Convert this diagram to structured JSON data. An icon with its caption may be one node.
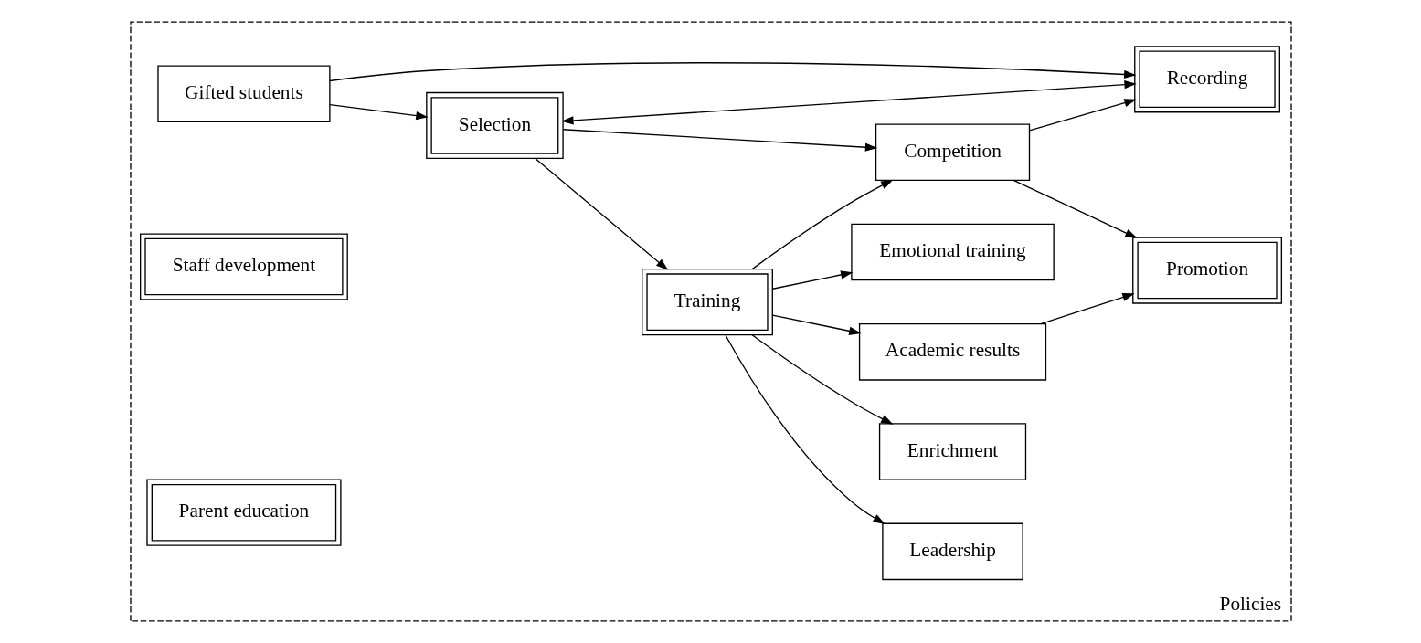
{
  "diagram": {
    "nodes": [
      {
        "text": [
          "Policies"
        ]
      },
      {
        "text": [
          "Gifted students"
        ],
        "in": 0
      },
      {
        "text": [
          "Selection"
        ],
        "in": 0
      },
      {
        "text": [
          "Recording"
        ],
        "in": 0
      },
      {
        "text": [
          "Training"
        ],
        "in": 0
      },
      {
        "text": [
          "Competition"
        ],
        "in": 0
      },
      {
        "text": [
          "Emotional training"
        ],
        "in": 0
      },
      {
        "text": [
          "Leadership"
        ],
        "in": 0
      },
      {
        "text": [
          "Enrichment"
        ],
        "in": 0
      },
      {
        "text": [
          "Academic results"
        ],
        "in": 0
      },
      {
        "text": [
          "Promotion"
        ],
        "in": 0
      },
      {
        "text": [
          "Staff development"
        ],
        "in": 0
      },
      {
        "text": [
          "Parent education"
        ],
        "in": 0
      }
    ],
    "edges": [
      {
        "from": 1,
        "to": 2,
        "arrow": "to"
      },
      {
        "from": 1,
        "to": 3,
        "arrow": "to"
      },
      {
        "from": 2,
        "to": 3,
        "arrow": "both"
      },
      {
        "from": 2,
        "to": 4,
        "arrow": "to"
      },
      {
        "from": 2,
        "to": 5,
        "arrow": "to"
      },
      {
        "from": 5,
        "to": 3,
        "arrow": "to"
      },
      {
        "from": 4,
        "to": 6,
        "arrow": "to"
      },
      {
        "from": 4,
        "to": 7,
        "arrow": "to"
      },
      {
        "from": 4,
        "to": 8,
        "arrow": "to"
      },
      {
        "from": 4,
        "to": 5,
        "arrow": "to"
      },
      {
        "from": 4,
        "to": 9,
        "arrow": "to"
      },
      {
        "from": 5,
        "to": 10,
        "arrow": "to"
      },
      {
        "from": 9,
        "to": 10,
        "arrow": "to"
      }
    ]
  }
}
